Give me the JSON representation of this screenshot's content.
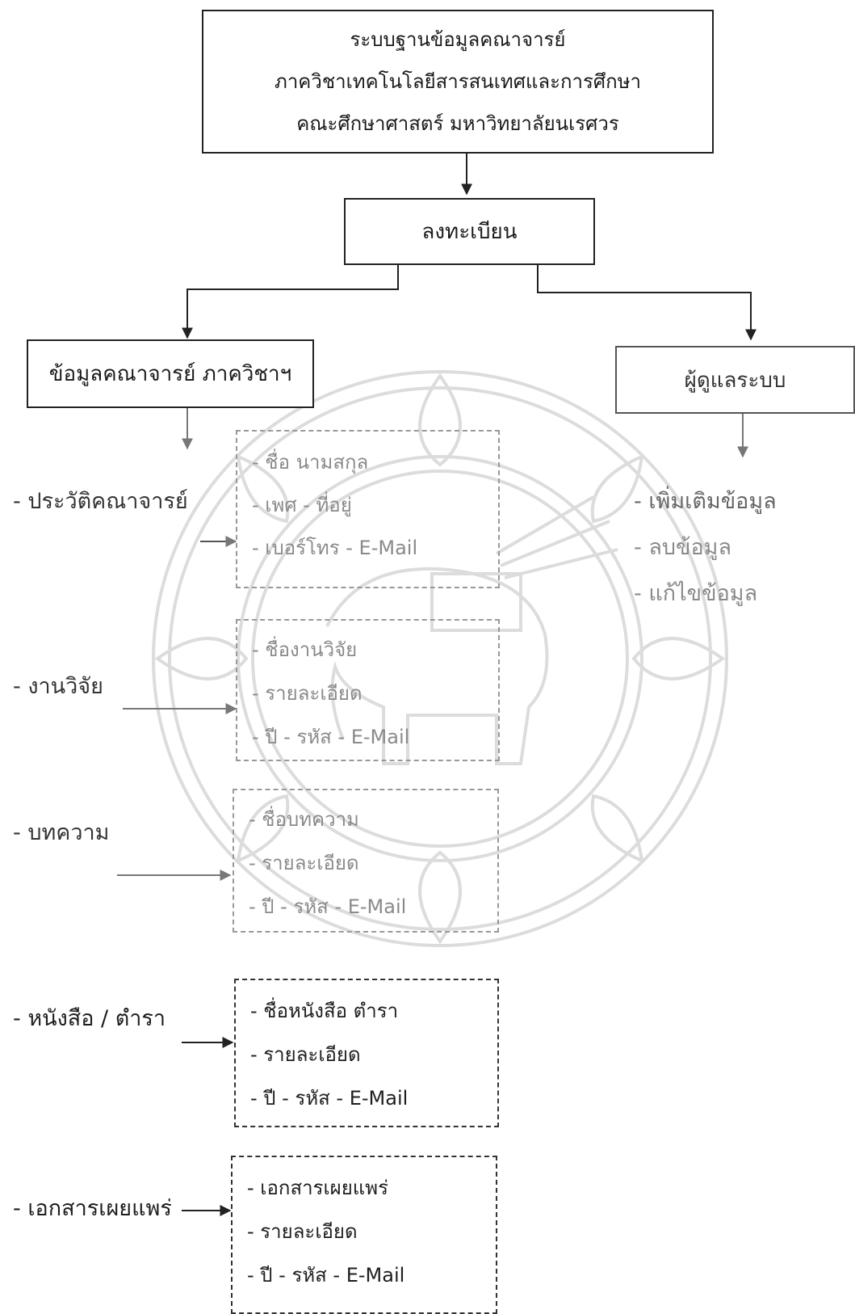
{
  "title_box": {
    "lines": [
      "ระบบฐานข้อมูลคณาจารย์",
      "ภาควิชาเทคโนโลยีสารสนเทศและการศึกษา",
      "คณะศึกษาศาสตร์ มหาวิทยาลัยนเรศวร"
    ]
  },
  "register_box": {
    "label": "ลงทะเบียน"
  },
  "left_box": {
    "label": "ข้อมูลคณาจารย์ ภาควิชาฯ"
  },
  "right_box": {
    "label": "ผู้ดูแลระบบ"
  },
  "admin_items": [
    "- เพิ่มเติมข้อมูล",
    "- ลบข้อมูล",
    "- แก้ไขข้อมูล"
  ],
  "sections": [
    {
      "label": "- ประวัติคณาจารย์",
      "items": [
        "- ชื่อ นามสกุล",
        "- เพศ     - ที่อยู่",
        "- เบอร์โทร     - E-Mail"
      ]
    },
    {
      "label": "- งานวิจัย",
      "items": [
        "- ชื่องานวิจัย",
        "- รายละเอียด",
        "- ปี  - รหัส  - E-Mail"
      ]
    },
    {
      "label": "- บทความ",
      "items": [
        "- ชื่อบทความ",
        "- รายละเอียด",
        "- ปี  - รหัส  - E-Mail"
      ]
    },
    {
      "label": "- หนังสือ / ตำรา",
      "items": [
        "- ชื่อหนังสือ ตำรา",
        "- รายละเอียด",
        "- ปี  - รหัส  - E-Mail"
      ]
    },
    {
      "label": "- เอกสารเผยแพร่",
      "items": [
        "- เอกสารเผยแพร่",
        "- รายละเอียด",
        "- ปี  - รหัส  - E-Mail"
      ]
    }
  ],
  "colors": {
    "ink": "#1e1e1e",
    "faded": "#8a8a8a",
    "seal": "#d9d9d9"
  },
  "icons": {
    "arrow": "arrow-head-icon",
    "seal": "university-seal-watermark"
  }
}
